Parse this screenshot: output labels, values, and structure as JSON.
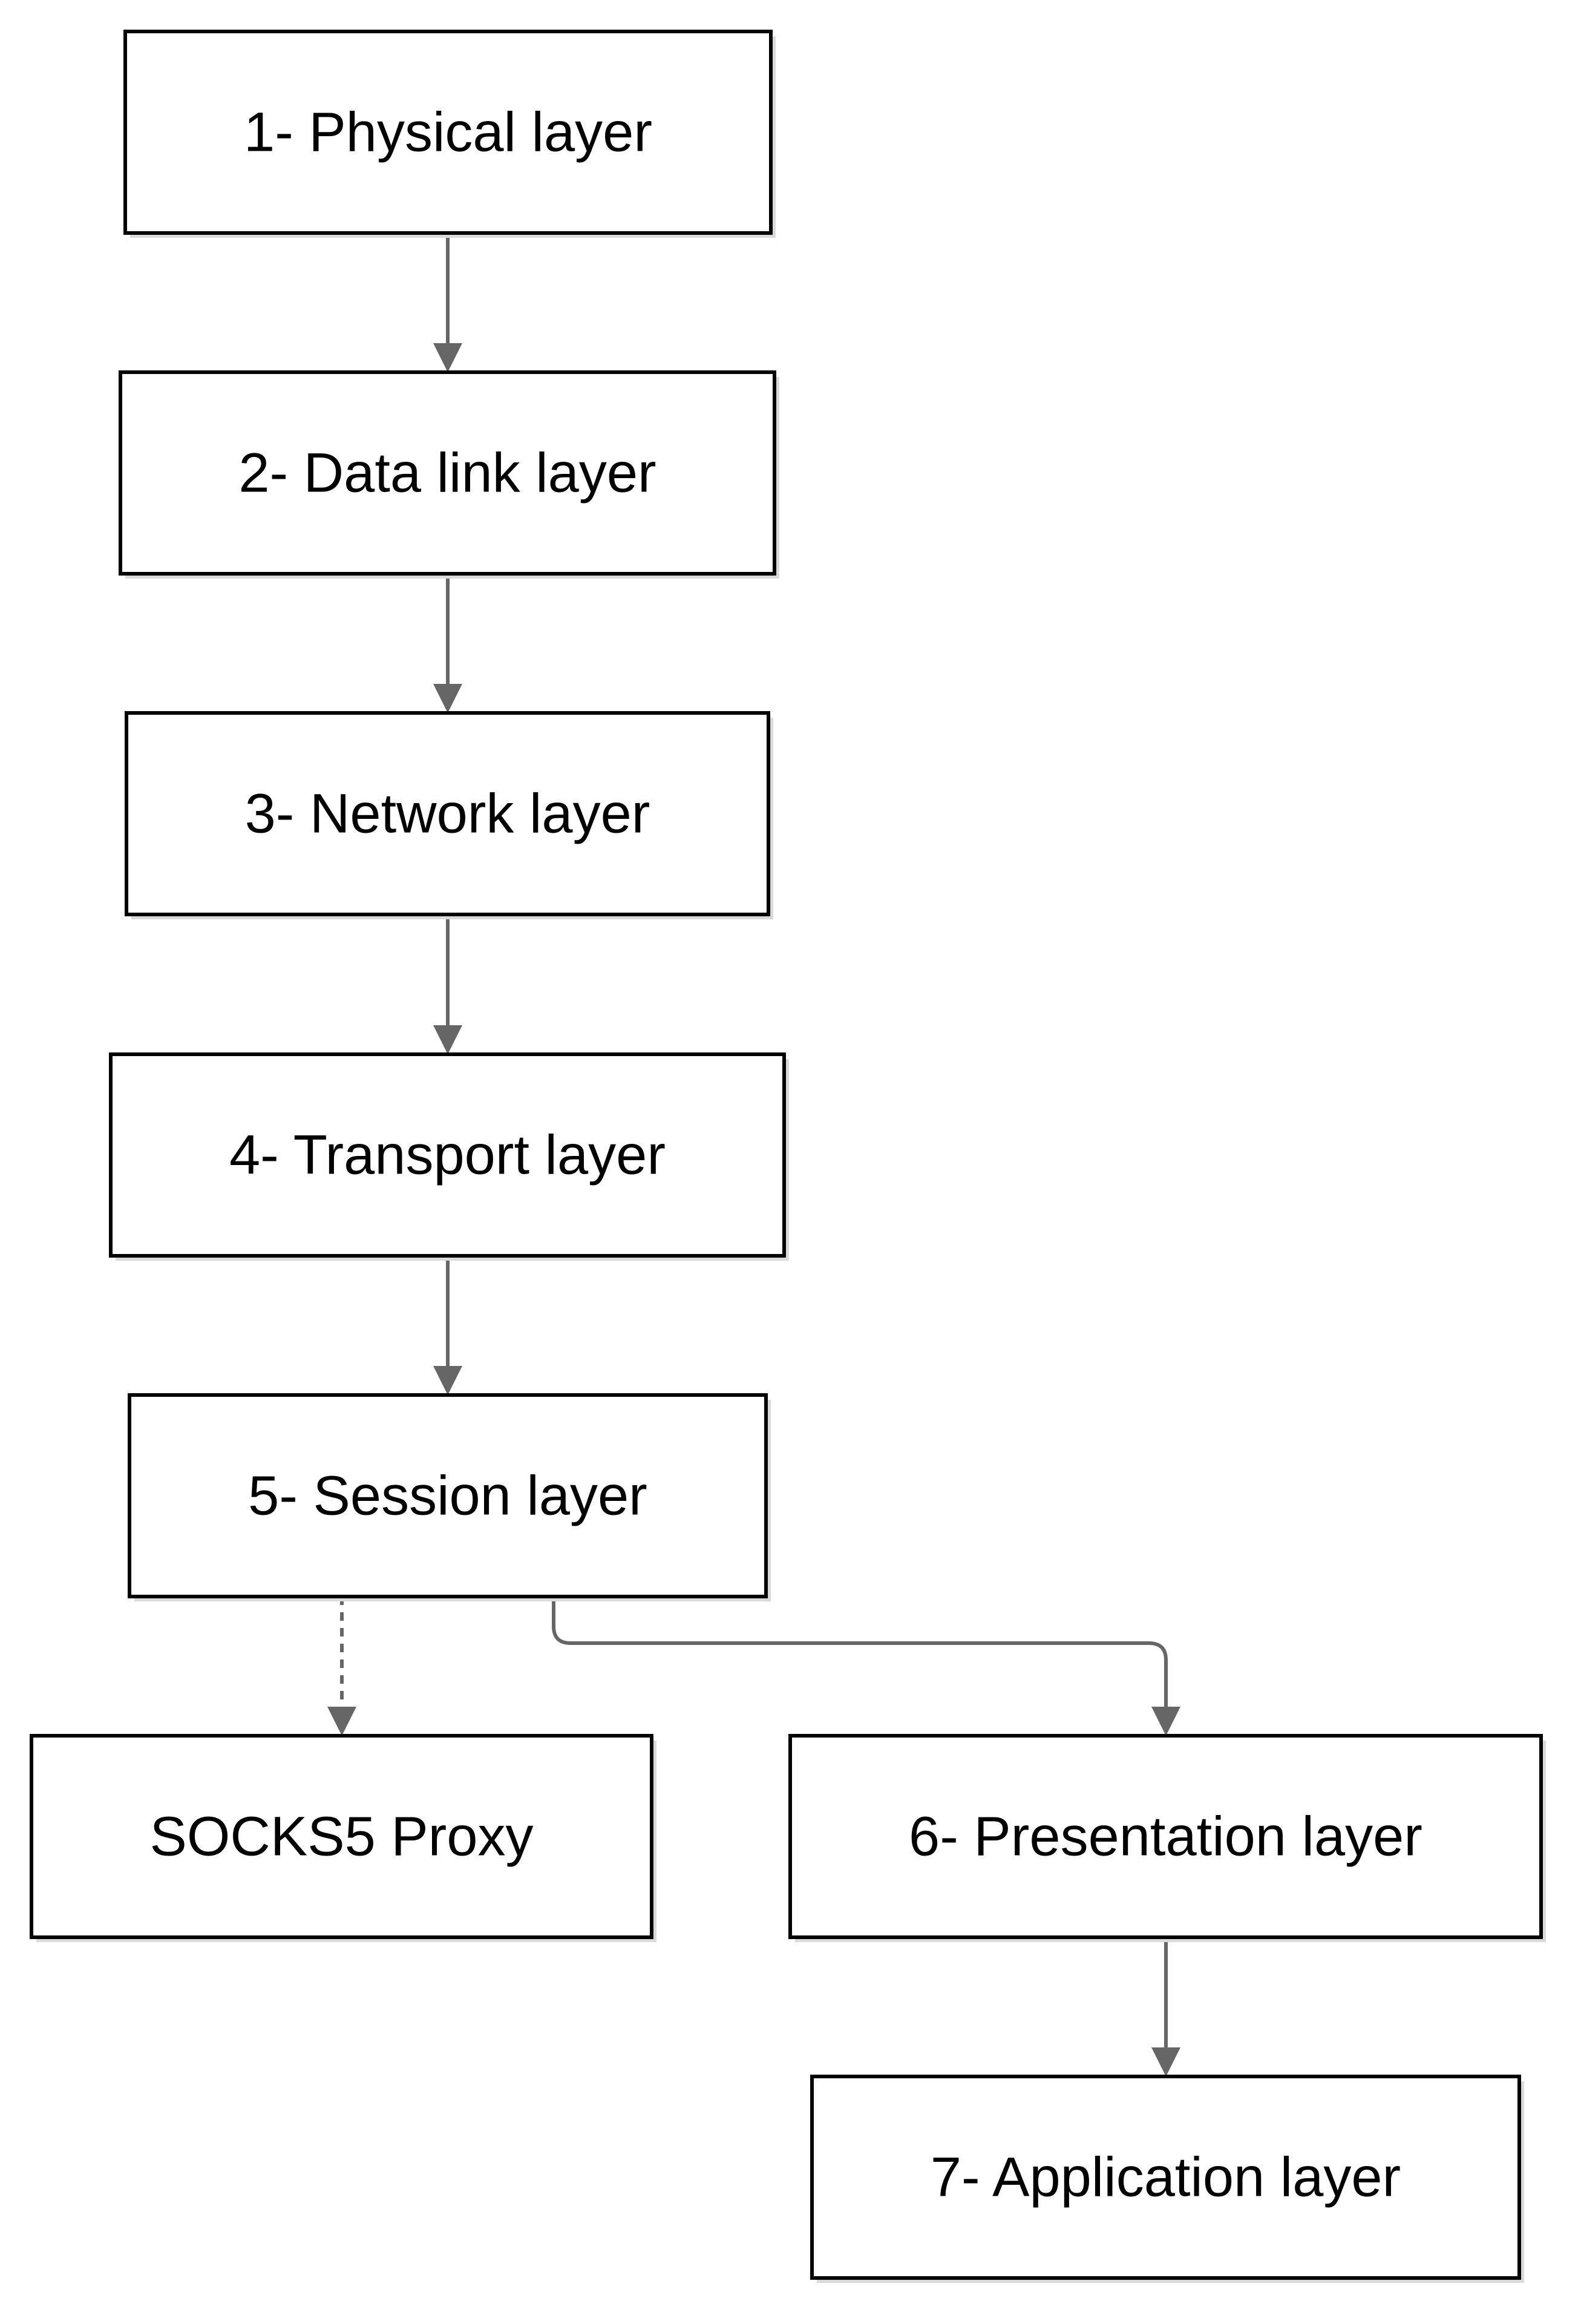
{
  "diagram": {
    "nodes": [
      {
        "id": "physical",
        "label": "1- Physical layer"
      },
      {
        "id": "datalink",
        "label": "2- Data link layer"
      },
      {
        "id": "network",
        "label": "3- Network layer"
      },
      {
        "id": "transport",
        "label": "4- Transport layer"
      },
      {
        "id": "session",
        "label": "5- Session layer"
      },
      {
        "id": "socks5",
        "label": "SOCKS5 Proxy"
      },
      {
        "id": "presentation",
        "label": "6- Presentation layer"
      },
      {
        "id": "application",
        "label": "7- Application layer"
      }
    ],
    "edges": [
      {
        "from": "physical",
        "to": "datalink",
        "style": "solid"
      },
      {
        "from": "datalink",
        "to": "network",
        "style": "solid"
      },
      {
        "from": "network",
        "to": "transport",
        "style": "solid"
      },
      {
        "from": "transport",
        "to": "session",
        "style": "solid"
      },
      {
        "from": "session",
        "to": "socks5",
        "style": "dashed"
      },
      {
        "from": "session",
        "to": "presentation",
        "style": "solid"
      },
      {
        "from": "presentation",
        "to": "application",
        "style": "solid"
      }
    ],
    "colors": {
      "node_border": "#000000",
      "node_fill": "#ffffff",
      "edge": "#666666",
      "shadow": "#d9d9d9"
    }
  }
}
